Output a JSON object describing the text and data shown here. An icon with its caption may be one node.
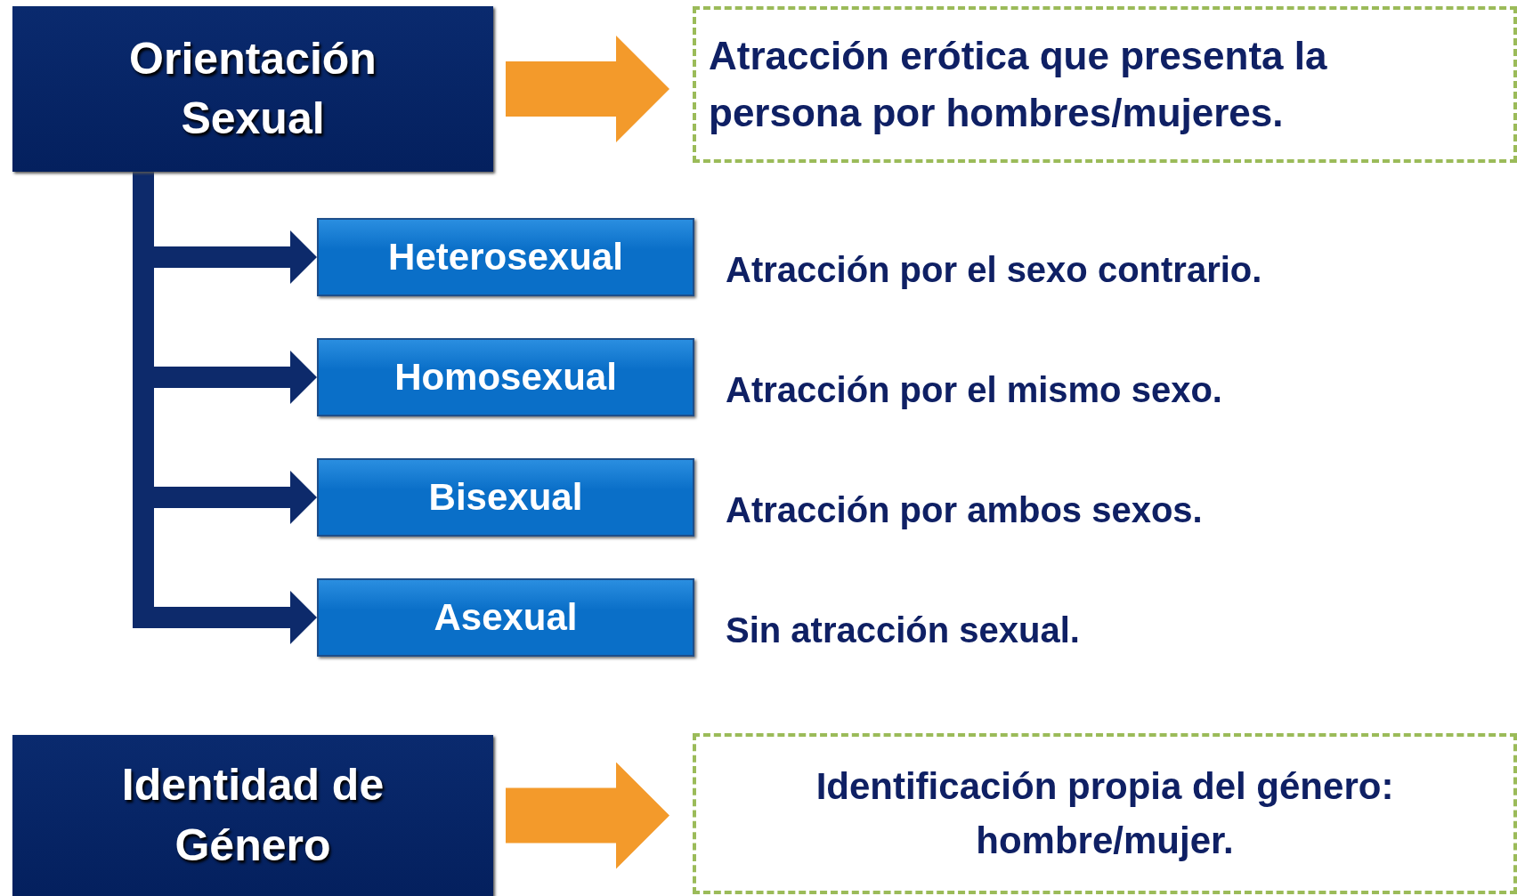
{
  "diagram": {
    "nodes": [
      {
        "text": [
          "Orientación Sexual"
        ]
      },
      {
        "text": [
          "Atracción erótica que presenta la persona por hombres/mujeres."
        ]
      },
      {
        "text": [
          "Heterosexual"
        ],
        "beside": [
          "Atracción por el sexo contrario."
        ]
      },
      {
        "text": [
          "Homosexual"
        ],
        "beside": [
          "Atracción por el mismo sexo."
        ]
      },
      {
        "text": [
          "Bisexual"
        ],
        "beside": [
          "Atracción por ambos sexos."
        ]
      },
      {
        "text": [
          "Asexual"
        ],
        "beside": [
          "Sin atracción sexual."
        ]
      },
      {
        "text": [
          "Identidad de Género"
        ]
      },
      {
        "text": [
          "Identificación propia del género: hombre/mujer."
        ]
      }
    ],
    "edges": [
      {
        "from": 0,
        "to": 1,
        "arrow": "to",
        "style": "thick",
        "color": "#f39a2b"
      },
      {
        "from": 0,
        "to": 2,
        "arrow": "to"
      },
      {
        "from": 0,
        "to": 3,
        "arrow": "to"
      },
      {
        "from": 0,
        "to": 4,
        "arrow": "to"
      },
      {
        "from": 0,
        "to": 5,
        "arrow": "to"
      },
      {
        "from": 6,
        "to": 7,
        "arrow": "to",
        "style": "thick",
        "color": "#f39a2b"
      }
    ]
  }
}
